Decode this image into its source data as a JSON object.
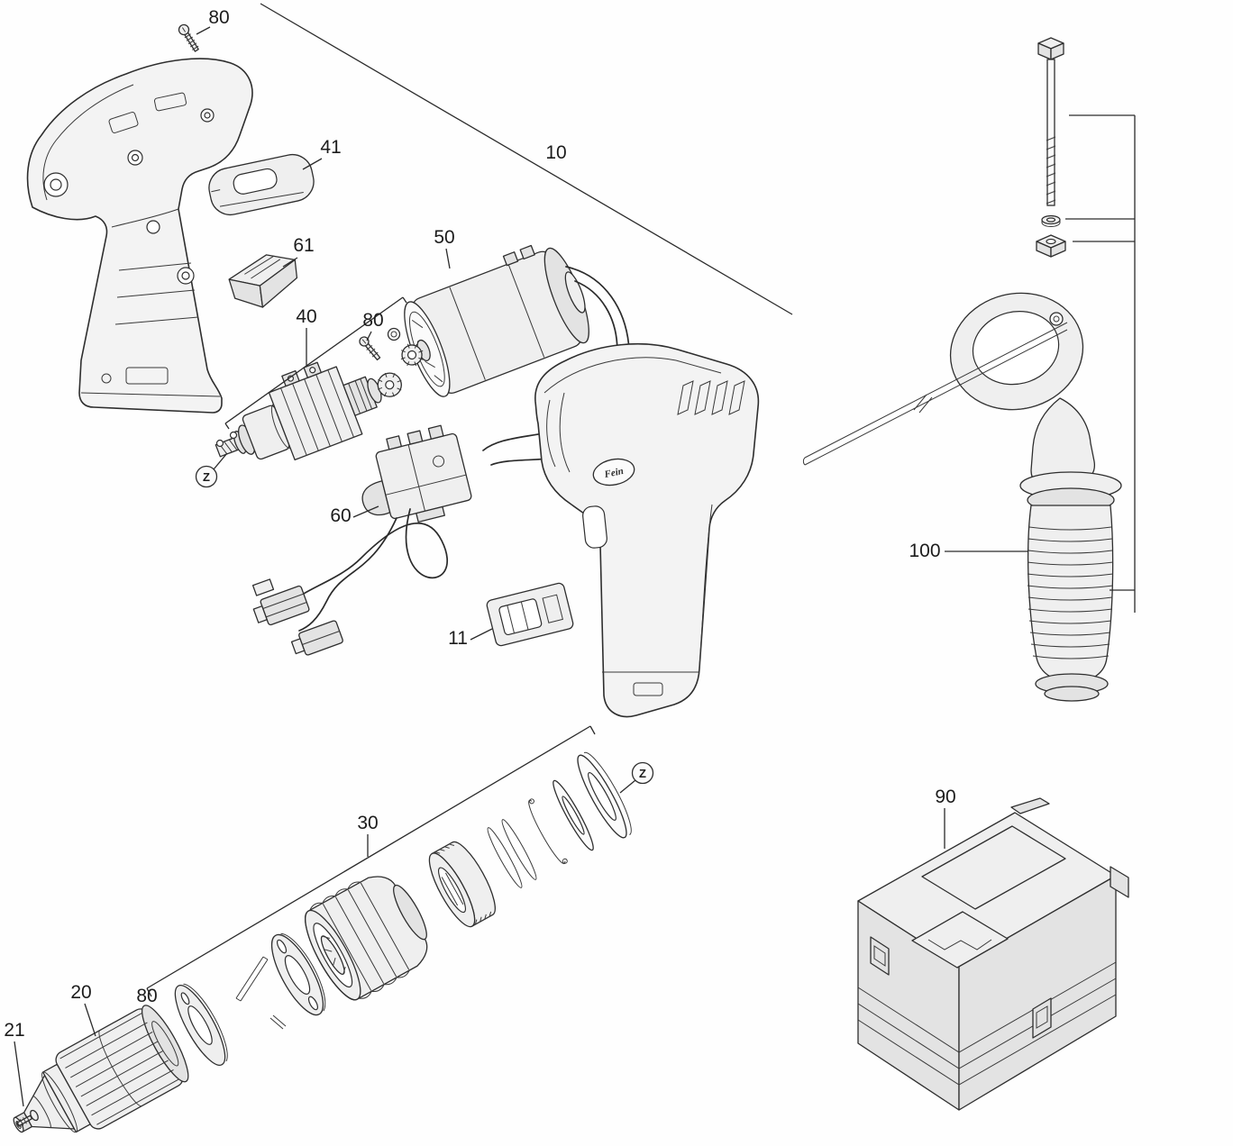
{
  "diagram": {
    "brand": "Fein",
    "z_marker": "Z",
    "colors": {
      "ink": "#2b2b2b",
      "part_fill": "#f1f1f1",
      "background": "#ffffff"
    },
    "labels": {
      "top_screw": "80",
      "housing_set": "10",
      "belt_clip": "41",
      "release_button": "61",
      "motor": "50",
      "gear_assembly": "40",
      "assembly_screw": "80",
      "switch": "60",
      "bit_insert": "11",
      "side_handle": "100",
      "carrying_case": "90",
      "clutch_group": "30",
      "chuck": "20",
      "chuck_screw": "21",
      "flange_screw": "80"
    }
  }
}
